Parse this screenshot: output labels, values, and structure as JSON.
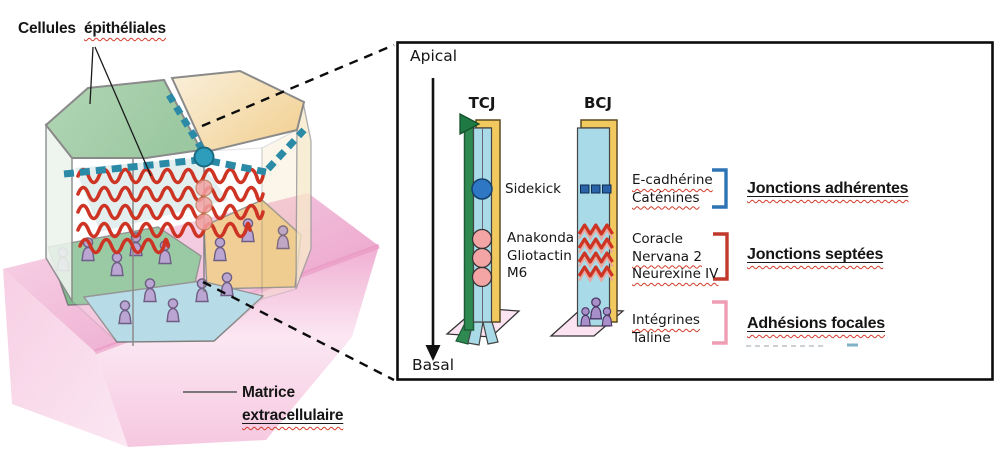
{
  "figure": {
    "cells_label": {
      "word1": "Cellules",
      "word2": "épithéliales"
    },
    "matrix_label": {
      "line1": "Matrice",
      "line2": "extracellulaire"
    }
  },
  "panel": {
    "axis": {
      "top": "Apical",
      "bottom": "Basal"
    },
    "columns": {
      "tcj": "TCJ",
      "bcj": "BCJ"
    },
    "tcj_labels": {
      "sidekick": "Sidekick",
      "anakonda": "Anakonda",
      "gliotactin": "Gliotactin",
      "m6": "M6"
    },
    "bcj_labels": {
      "adherens": {
        "l1": "E-cadhérine",
        "l2": "Caténines"
      },
      "septate": {
        "l1": "Coracle",
        "l2": "Nervana 2",
        "l3": "Neurexine IV"
      },
      "focal": {
        "l1": "Intégrines",
        "l2": "Taline"
      }
    },
    "junction_types": {
      "adherens": "Jonctions adhérentes",
      "septate": "Jonctions septées",
      "focal": "Adhésions focales"
    }
  },
  "icons": {
    "tricellular_plug": "teal-circle-icon",
    "adherens_junction": "blue-dash-icon",
    "septate_junction": "red-wave-icon",
    "focal_adhesion": "purple-pawn-icon"
  },
  "colors": {
    "bracket_adherens": "#2e74b5",
    "bracket_septate": "#c0392b",
    "bracket_focal": "#ef9db3",
    "junction_adherens_dash": "#2a63a8",
    "figure_adherens_band": "#2b8aa6",
    "junction_septate_wave": "#cd3423",
    "tricellular_plug": "#2e9dbb",
    "sidekick_dot": "#2d77c4",
    "anakonda_dot": "#f3a5a5",
    "integrin_pawn": "#a98fc9",
    "matrix_pink": "#f2b9d8",
    "cell_green_top": "#a8cfab",
    "cell_yellow_top": "#f6e2b0",
    "cell_blue_floor": "#a7d4e2"
  }
}
